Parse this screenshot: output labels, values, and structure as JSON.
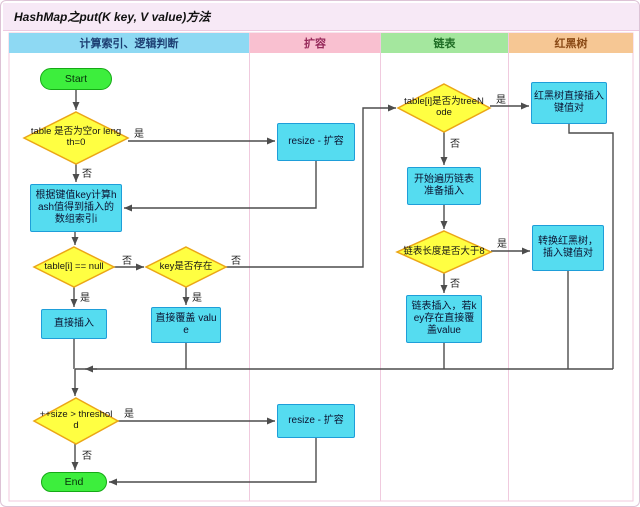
{
  "title": "HashMap之put(K key, V value)方法",
  "lanes": [
    {
      "label": "计算索引、逻辑判断",
      "bg": "#8ed9f3",
      "fg": "#1d3f73"
    },
    {
      "label": "扩容",
      "bg": "#f9c0d0",
      "fg": "#96295a"
    },
    {
      "label": "链表",
      "bg": "#a4e79e",
      "fg": "#1f6d25"
    },
    {
      "label": "红黑树",
      "bg": "#f6c794",
      "fg": "#8a4a16"
    }
  ],
  "nodes": {
    "start": "Start",
    "check_table_empty": "table 是否为空or length=0",
    "resize_top": "resize - 扩容",
    "compute_index": "根据键值key计算hash值得到插入的数组索引i",
    "check_table_i_null": "table[i] == null",
    "check_key_exists": "key是否存在",
    "direct_insert": "直接插入",
    "direct_override": "直接覆盖 value",
    "check_treenode": "table[i]是否为treeNode",
    "rbtree_direct_insert": "红黑树直接插入键值对",
    "traverse_list": "开始遍历链表准备插入",
    "check_list_length": "链表长度是否大于8",
    "convert_rbtree": "转换红黑树，插入键值对",
    "list_insert": "链表插入，若key存在直接覆盖value",
    "check_size_threshold": "++size > threshold",
    "resize_bottom": "resize - 扩容",
    "end": "End"
  },
  "edge_labels": {
    "yes": "是",
    "no": "否"
  },
  "colors": {
    "decision_fill": "#ffff42",
    "decision_border": "#eba616",
    "process_fill": "#55dcf0",
    "process_border": "#1e9ed9",
    "terminal_fill": "#3dee3d",
    "terminal_border": "#15a915",
    "edge": "#4d4d4d",
    "lane_divider": "#f0cade",
    "title_bg": "#f7e9f6"
  }
}
